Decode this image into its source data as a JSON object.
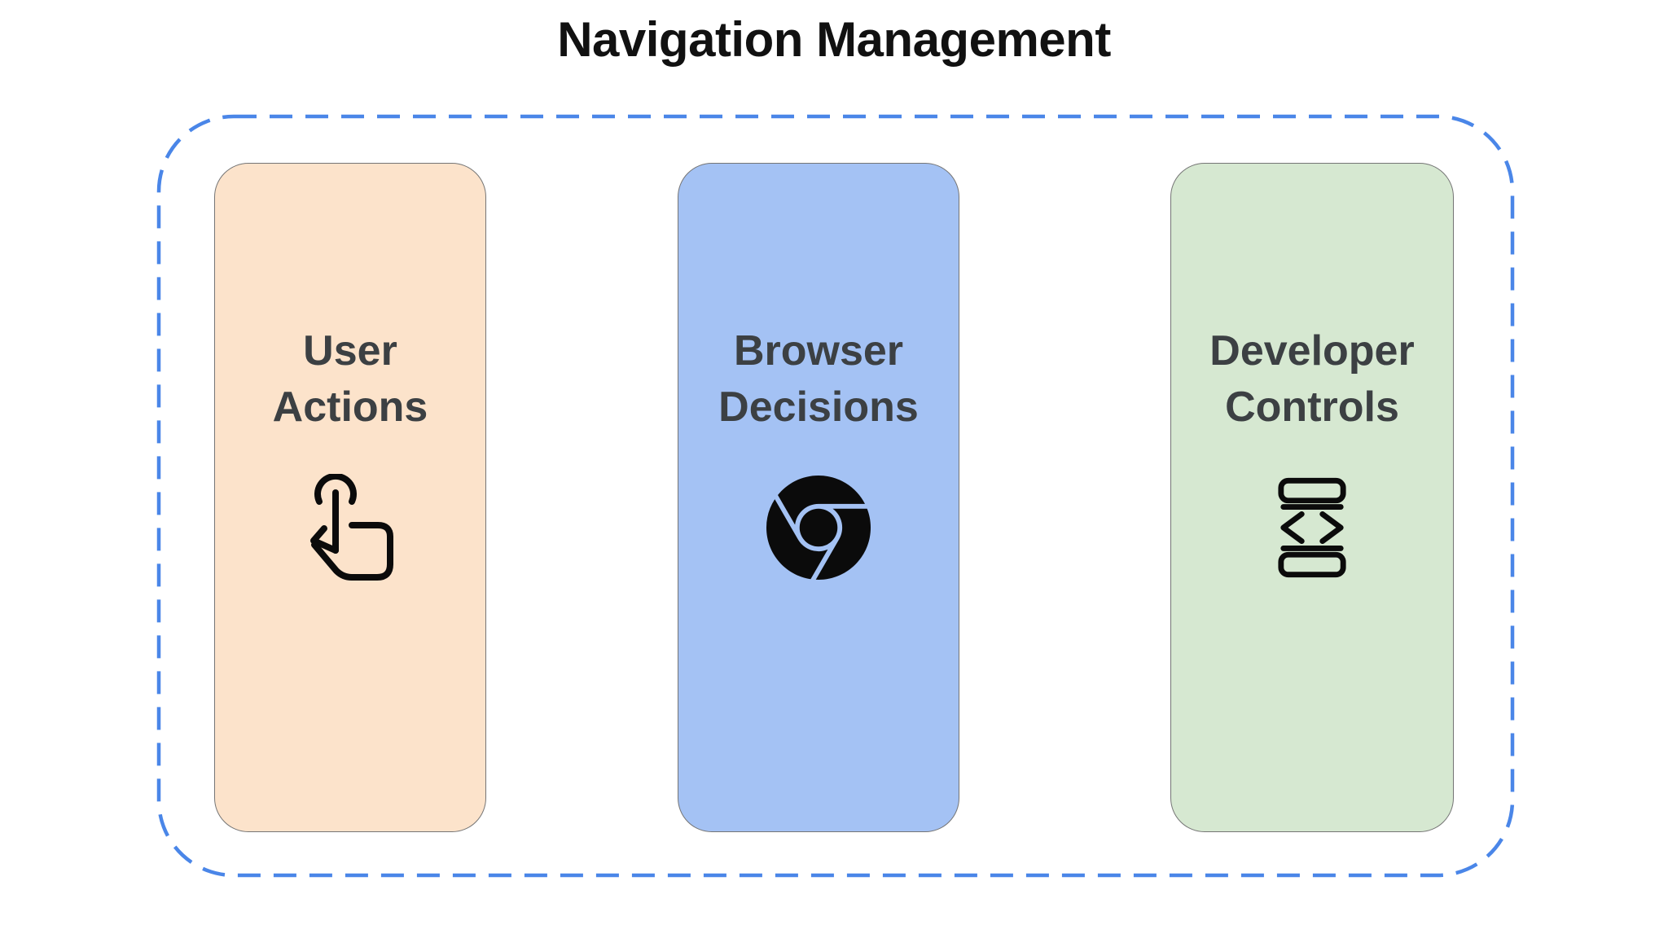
{
  "title": "Navigation Management",
  "boundary": {
    "style": "dashed",
    "color": "#4a86e8"
  },
  "cards": [
    {
      "id": "user-actions",
      "label_line1": "User",
      "label_line2": "Actions",
      "icon": "touch-gesture-icon",
      "bg": "#fce3cb"
    },
    {
      "id": "browser-decisions",
      "label_line1": "Browser",
      "label_line2": "Decisions",
      "icon": "chrome-browser-icon",
      "bg": "#a4c2f4"
    },
    {
      "id": "developer-controls",
      "label_line1": "Developer",
      "label_line2": "Controls",
      "icon": "developer-mode-icon",
      "bg": "#d6e8d1"
    }
  ],
  "colors": {
    "background": "#ffffff",
    "title_text": "#111111",
    "label_text": "#3c4043",
    "boundary_dash": "#4a86e8",
    "card_border": "#757575",
    "icon": "#0b0b0b"
  }
}
